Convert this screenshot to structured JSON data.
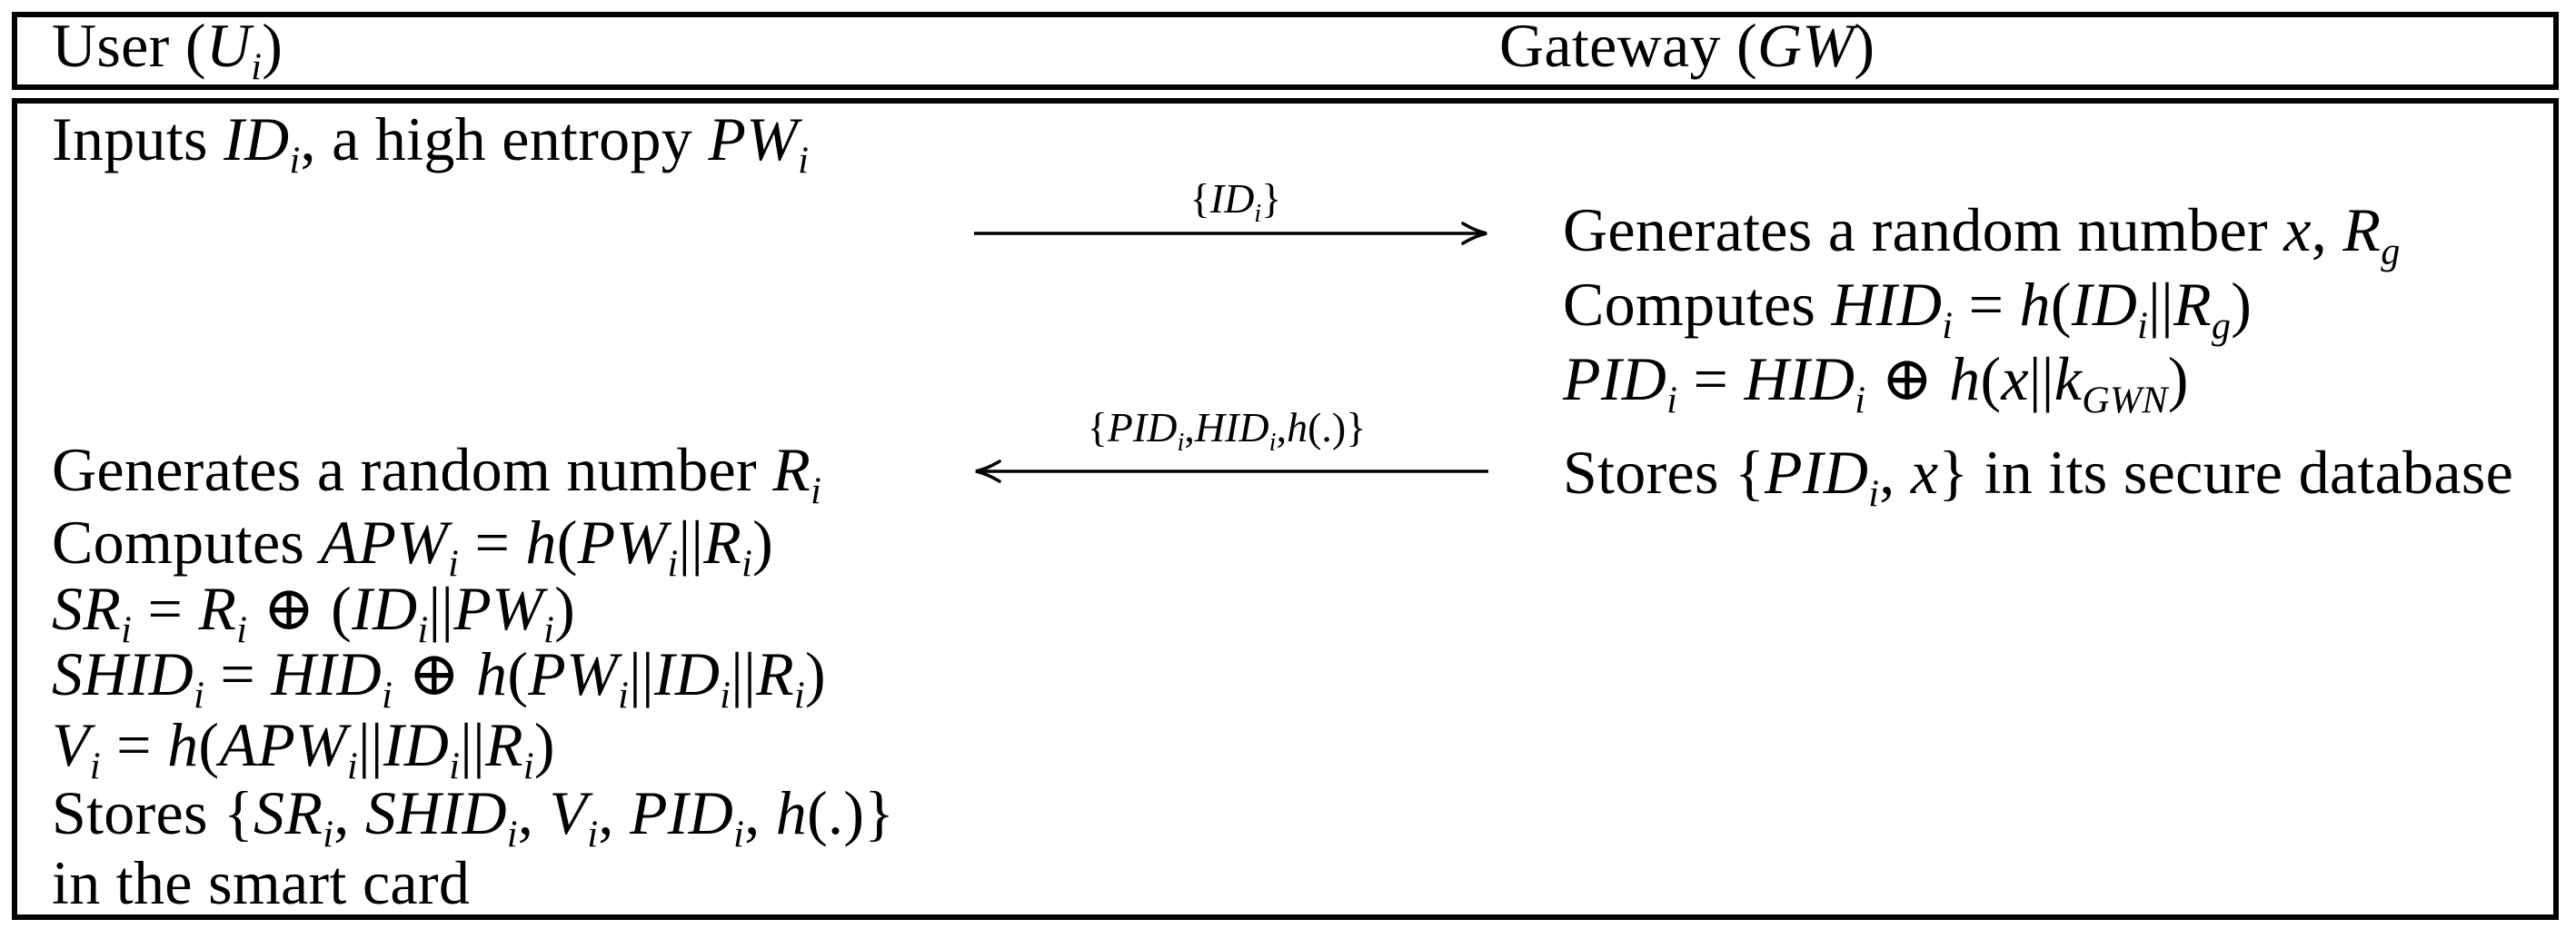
{
  "figure": {
    "kind": "authentication-protocol-registration-phase",
    "colors": {
      "ink": "#000000",
      "paper": "#ffffff"
    },
    "title_row": {
      "user": "User (*U*_i_)",
      "gateway": "Gateway (*GW*)"
    },
    "user_steps": [
      "Inputs *ID*_i_, a high entropy *PW*_i_",
      "Generates a random number *R*_i_",
      "Computes *APW*_i_ = *h*(*PW*_i_||*R*_i_)",
      "*SR*_i_ = *R*_i_ ⊕ (*ID*_i_||*PW*_i_)",
      "*SHID*_i_ = *HID*_i_ ⊕ *h*(*PW*_i_||*ID*_i_||*R*_i_)",
      "*V*_i_ = *h*(*APW*_i_||*ID*_i_||*R*_i_)",
      "Stores {*SR*_i_, *SHID*_i_, *V*_i_, *PID*_i_, *h*(.)}",
      "in the smart card"
    ],
    "gateway_steps": [
      "Generates a random number *x*, *R*_g_",
      "Computes *HID*_i_ = *h*(*ID*_i_||*R*_g_)",
      "*PID*_i_ = *HID*_i_ ⊕ *h*(*x*||*k*_GWN_)",
      "Stores {*PID*_i_, *x*} in its secure database"
    ],
    "messages": [
      {
        "label": "{*ID*_i_}",
        "direction": "right"
      },
      {
        "label": "{*PID*_i_,*HID*_i_,*h*(.)}",
        "direction": "left"
      }
    ]
  }
}
